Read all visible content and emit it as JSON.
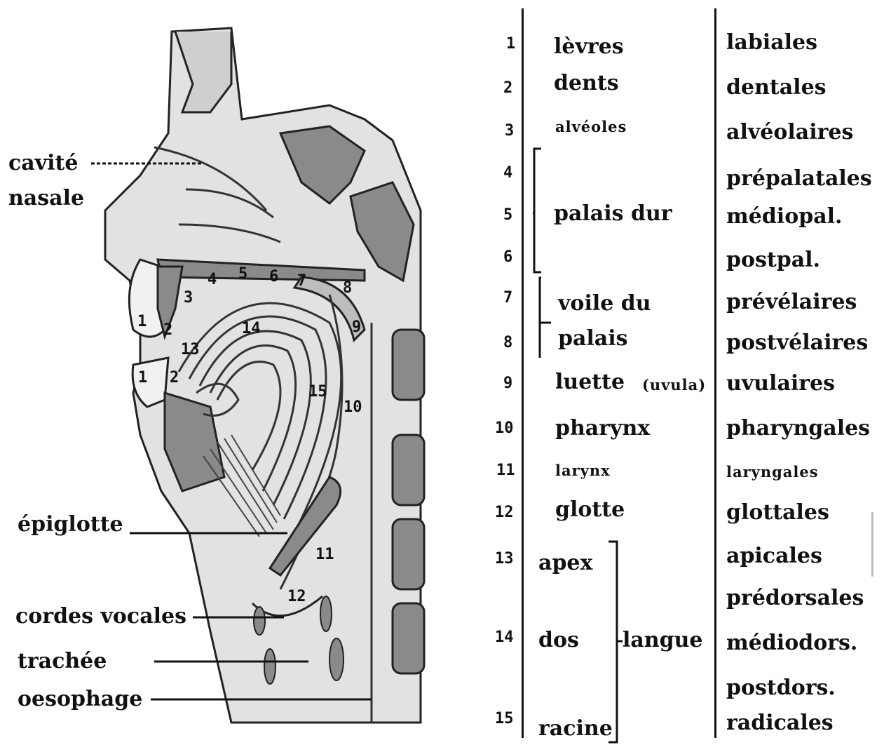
{
  "diagram_labels": {
    "cavite": "cavité",
    "nasale": "nasale",
    "epiglotte": "épiglotte",
    "cordes": "cordes vocales",
    "trachee": "trachée",
    "oesophage": "oesophage",
    "markers": [
      "1",
      "2",
      "3",
      "4",
      "5",
      "6",
      "7",
      "8",
      "9",
      "10",
      "11",
      "12",
      "13",
      "14",
      "15"
    ]
  },
  "table": {
    "numbers": [
      "1",
      "2",
      "3",
      "4",
      "5",
      "6",
      "7",
      "8",
      "9",
      "10",
      "11",
      "12",
      "13",
      "14",
      "15"
    ],
    "organs": {
      "levres": "lèvres",
      "dents": "dents",
      "alveoles": "alvéoles",
      "palais_dur": "palais dur",
      "voile": "voile du",
      "palais": "palais",
      "luette": "luette",
      "uvula": "(uvula)",
      "pharynx": "pharynx",
      "larynx": "larynx",
      "glotte": "glotte",
      "apex": "apex",
      "dos": "dos",
      "racine": "racine",
      "langue": "langue"
    },
    "places": [
      "labiales",
      "dentales",
      "alvéolaires",
      "prépalatales",
      "médiopal.",
      "postpal.",
      "prévélaires",
      "postvélaires",
      "uvulaires",
      "pharyngales",
      "laryngales",
      "glottales",
      "apicales",
      "prédorsales",
      "médiodors.",
      "postdors.",
      "radicales"
    ]
  }
}
